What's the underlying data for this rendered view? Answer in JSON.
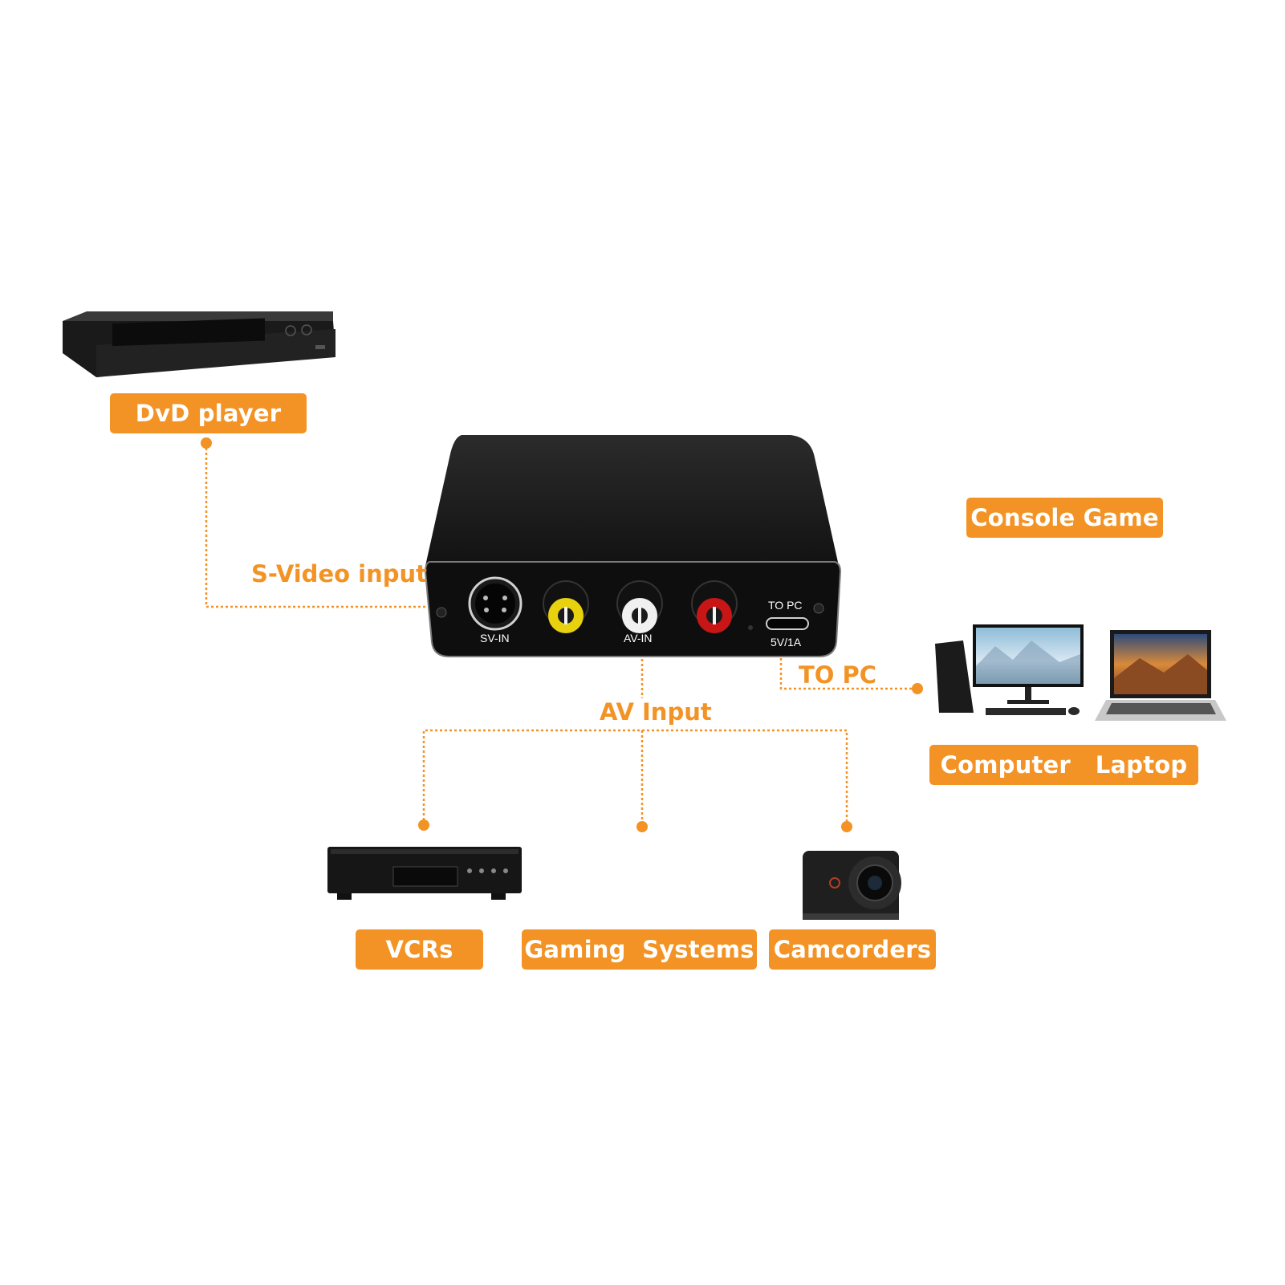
{
  "labels": {
    "dvd_player": "DvD player",
    "console_game": "Console Game",
    "computer_laptop": "Computer   Laptop",
    "vcrs": "VCRs",
    "gaming_systems": "Gaming  Systems",
    "camcorders": "Camcorders"
  },
  "annotations": {
    "s_video_input": "S-Video input",
    "av_input": "AV Input",
    "to_pc": "TO PC"
  },
  "device_ports": {
    "sv_in": "SV-IN",
    "av_in": "AV-IN",
    "to_pc": "TO PC",
    "power": "5V/1A"
  },
  "colors": {
    "accent": "#f39325",
    "device_body": "#1e1e1e",
    "rca_yellow": "#e8d10e",
    "rca_white": "#f0f0f0",
    "rca_red": "#c81515"
  },
  "icons": [
    "dvd-player-icon",
    "converter-box-icon",
    "desktop-computer-icon",
    "laptop-icon",
    "vcr-icon",
    "camcorder-icon"
  ]
}
